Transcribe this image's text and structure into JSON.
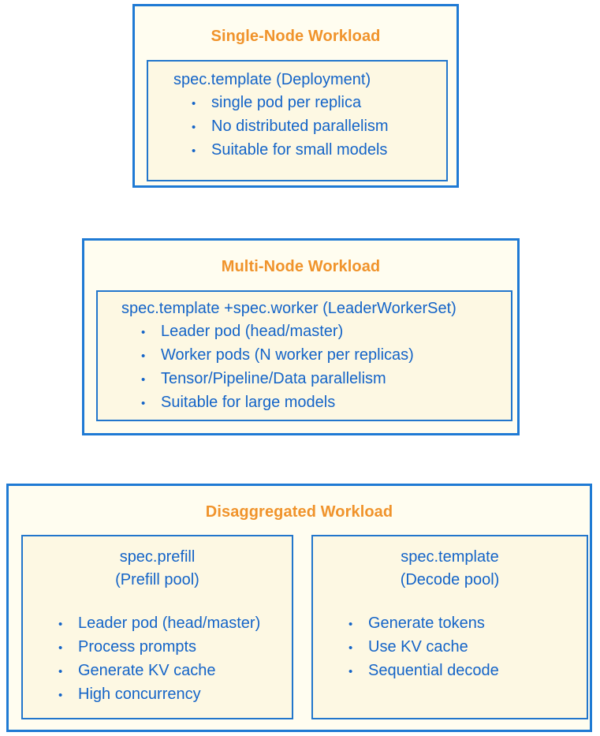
{
  "diagram": {
    "background": "#ffffff",
    "accent_title_color": "#f0932b",
    "text_color": "#1464c8",
    "border_color": "#1f7ad4",
    "fill_color": "#fffdf0",
    "inner_fill_color": "#fdf8e3",
    "sections": [
      {
        "id": "single-node",
        "title": "Single-Node Workload",
        "spec": "spec.template (Deployment)",
        "bullet_glyph": "•",
        "bullets": [
          "single pod per replica",
          "No distributed parallelism",
          "Suitable for small models"
        ]
      },
      {
        "id": "multi-node",
        "title": "Multi-Node Workload",
        "spec": "spec.template +spec.worker (LeaderWorkerSet)",
        "bullet_glyph": "•",
        "bullets": [
          "Leader pod (head/master)",
          "Worker pods (N worker per replicas)",
          "Tensor/Pipeline/Data parallelism",
          "Suitable for large models"
        ]
      },
      {
        "id": "disaggregated",
        "title": "Disaggregated Workload",
        "bullet_glyph": "•",
        "pools": [
          {
            "id": "prefill-pool",
            "spec": "spec.prefill",
            "pool_label": "(Prefill pool)",
            "bullets": [
              "Leader pod (head/master)",
              "Process prompts",
              "Generate KV cache",
              "High concurrency"
            ]
          },
          {
            "id": "decode-pool",
            "spec": "spec.template",
            "pool_label": "(Decode pool)",
            "bullets": [
              "Generate tokens",
              "Use KV cache",
              "Sequential decode"
            ]
          }
        ]
      }
    ]
  }
}
